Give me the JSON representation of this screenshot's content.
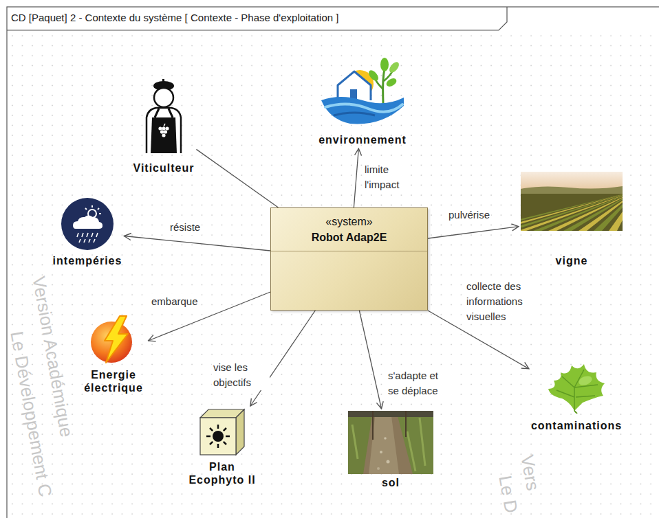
{
  "diagram": {
    "title": "CD [Paquet] 2 - Contexte du système [ Contexte - Phase d'exploitation ]",
    "nodes": [
      {
        "text": [
          "environnement"
        ]
      },
      {
        "text": [
          "Viticulteur"
        ]
      },
      {
        "text": [
          "«system»",
          "Robot Adap2E"
        ]
      },
      {
        "text": [
          "intempéries"
        ]
      },
      {
        "text": [
          "vigne"
        ]
      },
      {
        "text": [
          "Energie électrique"
        ]
      },
      {
        "text": [
          "Plan Ecophyto II"
        ]
      },
      {
        "text": [
          "sol"
        ]
      },
      {
        "text": [
          "contaminations"
        ]
      }
    ],
    "edges": [
      {
        "from": 1,
        "to": 2,
        "arrow": "none"
      },
      {
        "from": 2,
        "to": 0,
        "label": "limite l'impact",
        "arrow": "to"
      },
      {
        "from": 2,
        "to": 4,
        "label": "pulvérise",
        "arrow": "to"
      },
      {
        "from": 2,
        "to": 3,
        "label": "résiste",
        "arrow": "to"
      },
      {
        "from": 2,
        "to": 5,
        "label": "embarque",
        "arrow": "to"
      },
      {
        "from": 2,
        "to": 6,
        "label": "vise les objectifs",
        "arrow": "to"
      },
      {
        "from": 2,
        "to": 7,
        "label": "s'adapte et se déplace",
        "arrow": "to"
      },
      {
        "from": 2,
        "to": 8,
        "label": "collecte des informations visuelles",
        "arrow": "to"
      }
    ],
    "labels": [
      "Version Académique",
      "Le Développement C",
      "Vers",
      "Le D"
    ]
  }
}
